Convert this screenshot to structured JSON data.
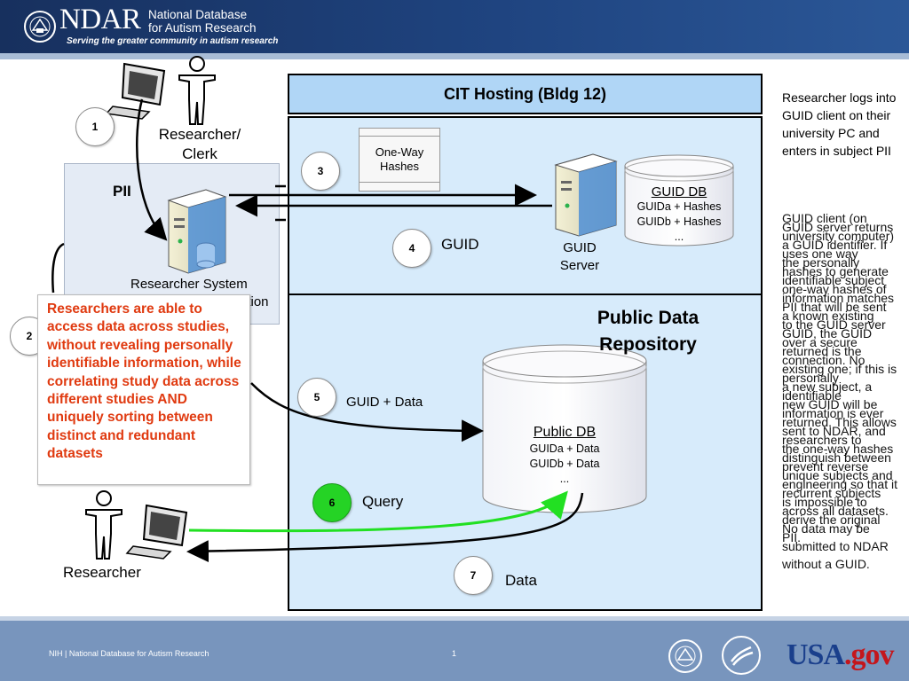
{
  "header": {
    "logo_text": "NDAR",
    "name_line1": "National Database",
    "name_line2": "for Autism Research",
    "tagline": "Serving the greater community in autism research"
  },
  "diagram": {
    "cit_title": "CIT Hosting (Bldg 12)",
    "researcher_clerk_line1": "Researcher/",
    "researcher_clerk_line2": "Clerk",
    "pii_label": "PII",
    "researcher_system_line1": "Researcher System",
    "researcher_system_line2": "ation",
    "oneway_line1": "One-Way",
    "oneway_line2": "Hashes",
    "guid_db": {
      "title": "GUID DB",
      "line1": "GUIDa + Hashes",
      "line2": "GUIDb + Hashes",
      "line3": "..."
    },
    "guid_server_line1": "GUID",
    "guid_server_line2": "Server",
    "guid_label": "GUID",
    "public_repo_line1": "Public Data",
    "public_repo_line2": "Repository",
    "guid_data_label": "GUID + Data",
    "public_db": {
      "title": "Public DB",
      "line1": "GUIDa + Data",
      "line2": "GUIDb + Data",
      "line3": "..."
    },
    "query_label": "Query",
    "data_label": "Data",
    "researcher_label": "Researcher",
    "steps": [
      "1",
      "2",
      "3",
      "4",
      "5",
      "6",
      "7"
    ],
    "callout": "Researchers are able to access data across studies, without revealing personally identifiable information, while correlating study data across different studies AND uniquely sorting between distinct and redundant datasets",
    "colors": {
      "cit_header": "#b0d6f6",
      "cit_body": "#d7ebfb",
      "callout_text": "#e03a10",
      "query_arrow": "#22e022",
      "step6": "#25d325"
    }
  },
  "side_notes": {
    "note1": "Researcher logs into GUID client on their university PC and enters in subject PII",
    "note2": "GUID client (on university computer) uses one way hashes to generate one-way hashes of PII that will be sent to the GUID server over a secure connection. No personally identifiable information is ever sent to NDAR, and the one-way hashes prevent reverse engineering so that it is impossible to derive the original PII.",
    "note3": "GUID server returns a GUID identifier. If the personally identifiable subject information matches a known existing GUID, the GUID returned is the existing one; if this is a new subject, a new GUID will be returned. This allows researchers to distinguish between unique subjects and recurrent subjects across all datasets. No data may be submitted to NDAR without a GUID."
  },
  "footer": {
    "left_text": "NIH | National Database for Autism Research",
    "page_number": "1",
    "usa": "USA",
    "gov": ".gov"
  }
}
